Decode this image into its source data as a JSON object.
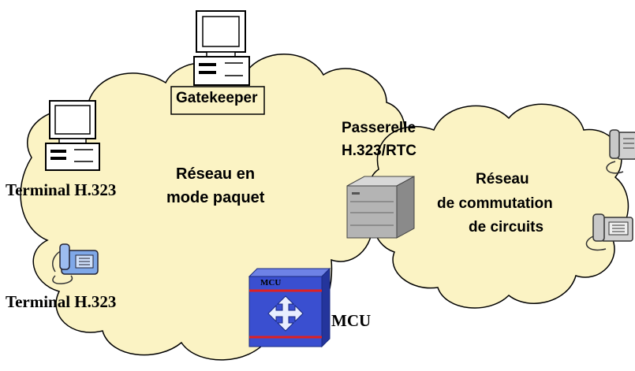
{
  "labels": {
    "gatekeeper": "Gatekeeper",
    "terminal_top": "Terminal H.323",
    "terminal_bottom": "Terminal H.323",
    "packet_network_line1": "Réseau en",
    "packet_network_line2": "mode paquet",
    "gateway_line1": "Passerelle",
    "gateway_line2": "H.323/RTC",
    "circuit_network_line1": "Réseau",
    "circuit_network_line2": "de commutation",
    "circuit_network_line3": "de circuits",
    "mcu_label": "MCU",
    "mcu_box_text": "MCU"
  },
  "colors": {
    "cloud_fill": "#fbf3c4",
    "cloud_stroke": "#000000",
    "mcu_blue": "#3a4fd0",
    "mcu_red": "#e02020",
    "phone_blue": "#7fa8e8",
    "gateway_gray": "#a8a8a8"
  },
  "icons": [
    "computer-icon",
    "telephone-icon",
    "gateway-server-icon",
    "mcu-icon"
  ]
}
